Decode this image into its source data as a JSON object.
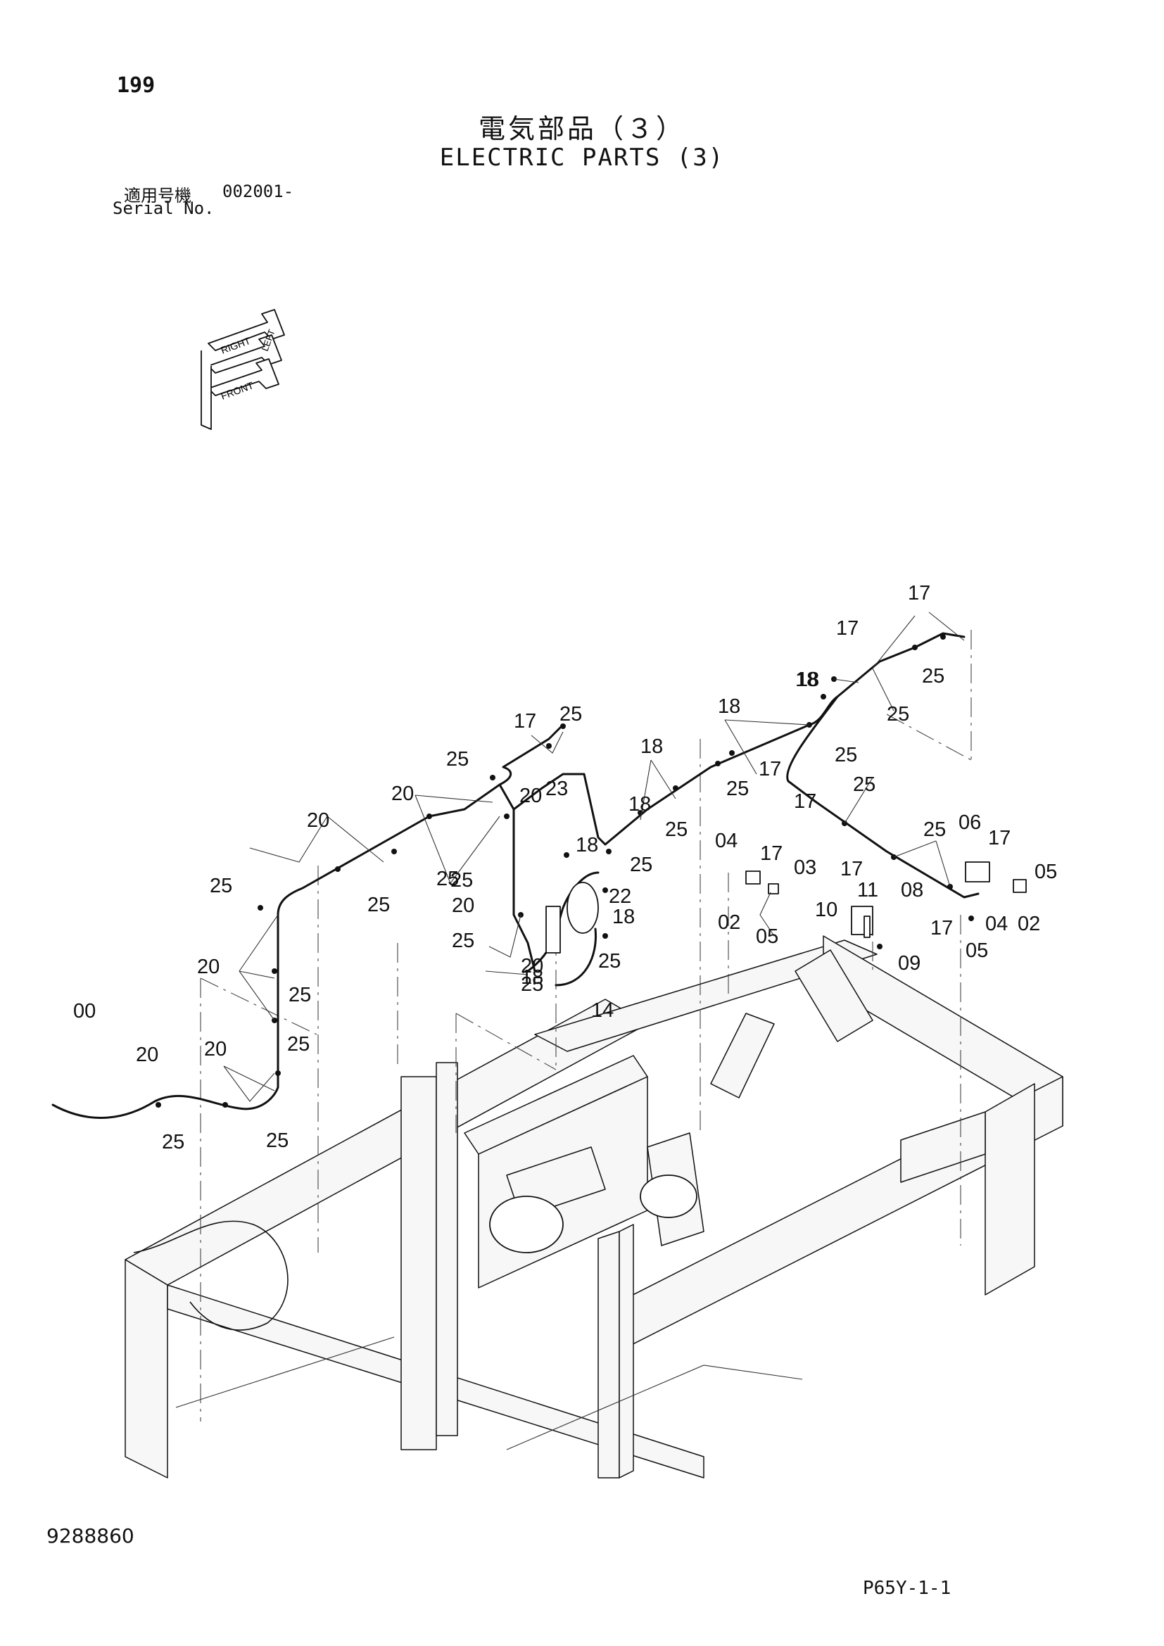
{
  "header": {
    "page_number": "199",
    "title_jp": "電気部品（３）",
    "title_en": "ELECTRIC PARTS (3)",
    "serial_label_jp": "適用号機",
    "serial_value": "002001-",
    "serial_label_en": "Serial No."
  },
  "orientation_icon": {
    "labels": [
      "RIGHT",
      "FRONT",
      "LEFT"
    ]
  },
  "callouts": [
    "00",
    "20",
    "25",
    "20",
    "25",
    "25",
    "20",
    "25",
    "25",
    "25",
    "20",
    "25",
    "20",
    "25",
    "20",
    "25",
    "25",
    "17",
    "25",
    "23",
    "20",
    "18",
    "18",
    "25",
    "18",
    "25",
    "22",
    "18",
    "25",
    "14",
    "20",
    "25",
    "18",
    "18",
    "25",
    "04",
    "17",
    "03",
    "02",
    "05",
    "10",
    "11",
    "09",
    "18",
    "17",
    "25",
    "17",
    "25",
    "18",
    "25",
    "17",
    "25",
    "17",
    "06",
    "17",
    "05",
    "08",
    "17",
    "04",
    "02",
    "05",
    "17",
    "25"
  ],
  "footer": {
    "doc_code": "9288860",
    "page_code": "P65Y-1-1"
  }
}
